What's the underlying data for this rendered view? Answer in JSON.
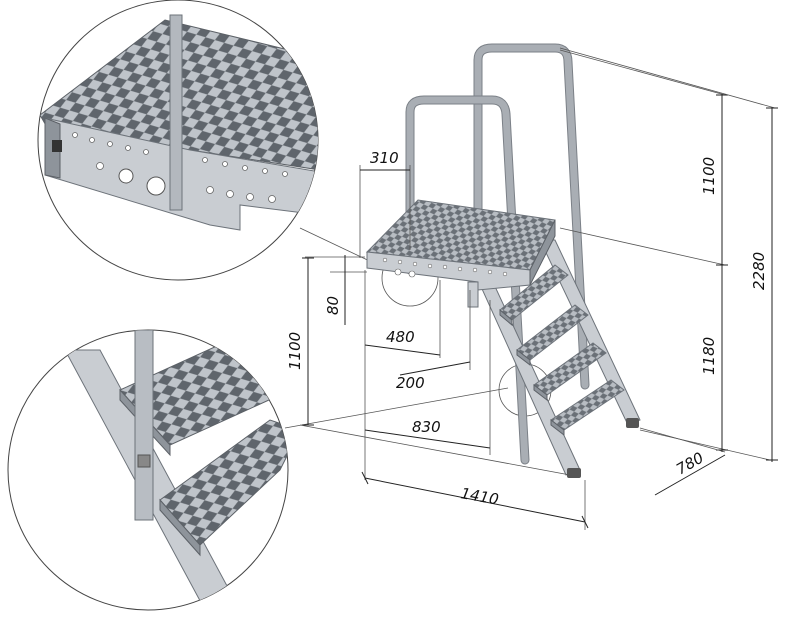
{
  "dimensions": {
    "top_width": "310",
    "rail_height": "1100",
    "total_height": "2280",
    "platform_thickness": "80",
    "platform_height": "1100",
    "stair_height": "1180",
    "platform_depth": "480",
    "offset": "200",
    "base_830": "830",
    "total_length": "1410",
    "width_780": "780"
  },
  "colors": {
    "metal": "#c9cdd2",
    "metal_dark": "#8e949b",
    "line": "#222222"
  }
}
